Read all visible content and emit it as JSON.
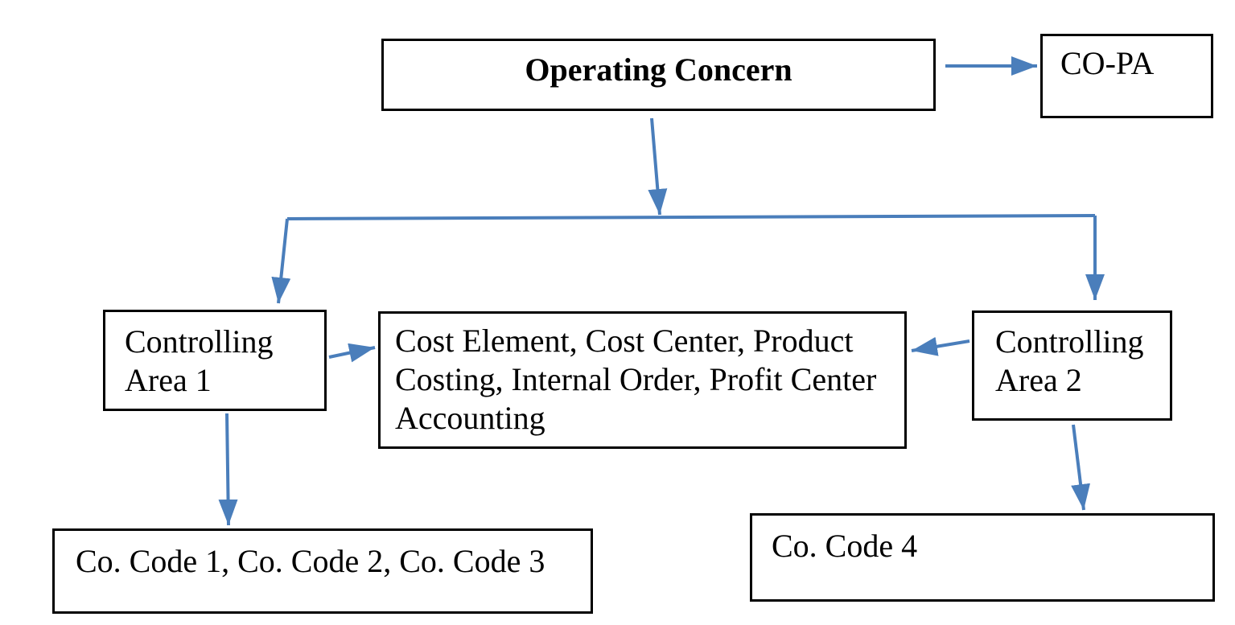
{
  "nodes": {
    "operating_concern": {
      "label": "Operating Concern"
    },
    "co_pa": {
      "label": "CO-PA"
    },
    "controlling_area_1": {
      "label": "Controlling Area 1"
    },
    "co_components": {
      "label": "Cost Element, Cost Center, Product Costing, Internal Order, Profit Center Accounting"
    },
    "controlling_area_2": {
      "label": "Controlling Area 2"
    },
    "company_codes_1_2_3": {
      "label": "Co. Code 1, Co. Code 2, Co. Code 3"
    },
    "company_code_4": {
      "label": "Co. Code 4"
    }
  },
  "edges": [
    {
      "from": "operating_concern",
      "to": "co_pa"
    },
    {
      "from": "operating_concern",
      "to": "controlling_area_1"
    },
    {
      "from": "operating_concern",
      "to": "controlling_area_2"
    },
    {
      "from": "controlling_area_1",
      "to": "co_components"
    },
    {
      "from": "controlling_area_2",
      "to": "co_components"
    },
    {
      "from": "controlling_area_1",
      "to": "company_codes_1_2_3"
    },
    {
      "from": "controlling_area_2",
      "to": "company_code_4"
    }
  ],
  "colors": {
    "arrow": "#4a7ebb",
    "border": "#000000",
    "bg": "#ffffff",
    "text": "#000000"
  }
}
